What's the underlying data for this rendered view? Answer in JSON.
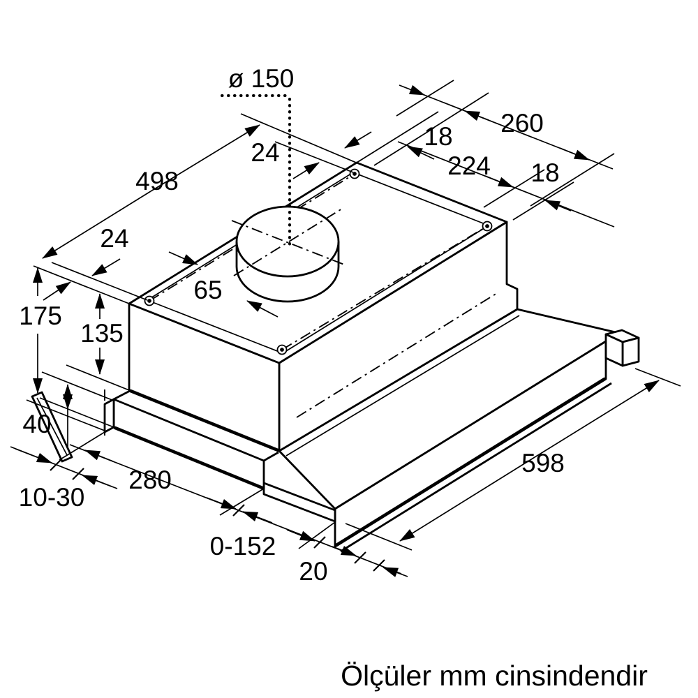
{
  "caption": "Ölçüler mm cinsindendir",
  "colors": {
    "line": "#000000",
    "background": "#ffffff"
  },
  "dims": {
    "duct_diameter": "ø 150",
    "body_width": "498",
    "rim_rear": "24",
    "rim_front": "24",
    "rear_margin_left": "18",
    "rear_total": "260",
    "rear_span": "224",
    "rear_margin_right": "18",
    "duct_offset": "65",
    "height_total": "175",
    "height_body": "135",
    "height_base": "40",
    "wall_gap": "10-30",
    "base_depth": "280",
    "pullout_travel": "0-152",
    "visor_lip": "20",
    "visor_width": "598"
  }
}
